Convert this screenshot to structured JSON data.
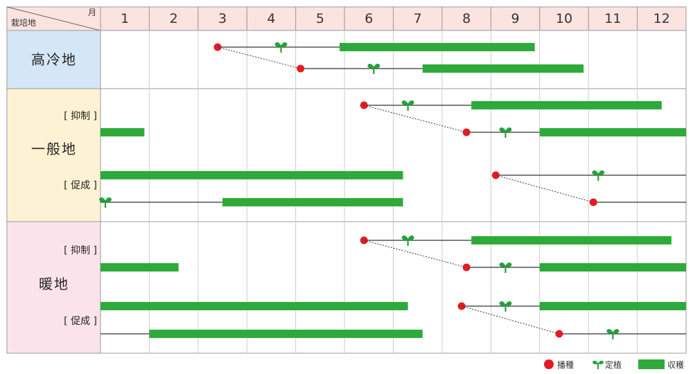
{
  "colors": {
    "sow": "#e31b23",
    "plant": "#22a33a",
    "harvest": "#2eaa3a",
    "header_bg": "#fbe3df",
    "highland_bg": "#d5e6f6",
    "general_bg": "#fdf2d3",
    "warm_bg": "#fbe3ec"
  },
  "header": {
    "corner_left": "栽培地",
    "corner_right": "月"
  },
  "chart_data": {
    "type": "gantt",
    "months": [
      "1",
      "2",
      "3",
      "4",
      "5",
      "6",
      "7",
      "8",
      "9",
      "10",
      "11",
      "12"
    ],
    "regions": [
      {
        "label": "高冷地",
        "subgroups": []
      },
      {
        "label": "一般地",
        "subgroups": [
          "[ 抑制 ]",
          "[ 促成 ]"
        ]
      },
      {
        "label": "暖地",
        "subgroups": [
          "[ 抑制 ]",
          "[ 促成 ]"
        ]
      }
    ],
    "rows": [
      {
        "region": 0,
        "sow": 3.4,
        "plant": 4.7,
        "harvest": [
          [
            5.9,
            9.9
          ]
        ],
        "line": [
          3.4,
          5.9
        ]
      },
      {
        "region": 0,
        "sow": 5.1,
        "plant": 6.6,
        "harvest": [
          [
            7.6,
            10.9
          ]
        ],
        "line": [
          5.1,
          7.6
        ],
        "dotted_from_sow": 3.4
      },
      {
        "region": 1,
        "sow": 6.4,
        "plant": 7.3,
        "harvest": [
          [
            8.6,
            12.5
          ]
        ],
        "line": [
          6.4,
          8.6
        ]
      },
      {
        "region": 1,
        "sow": 8.5,
        "plant": 9.3,
        "harvest": [
          [
            1.0,
            1.9
          ],
          [
            10.0,
            13.0
          ]
        ],
        "line": [
          8.5,
          10.0
        ],
        "dotted_from_sow": 6.4
      },
      {
        "region": 1,
        "sow": 9.1,
        "plant": 11.2,
        "harvest": [
          [
            1.0,
            7.2
          ]
        ],
        "line": [
          9.1,
          13.0
        ]
      },
      {
        "region": 1,
        "sow": 11.1,
        "plant": 1.1,
        "harvest": [
          [
            3.5,
            7.2
          ]
        ],
        "line": [
          1.0,
          3.5
        ],
        "line2": [
          11.1,
          13.0
        ],
        "dotted_from_sow": 9.1
      },
      {
        "region": 2,
        "sow": 6.4,
        "plant": 7.3,
        "harvest": [
          [
            8.6,
            12.7
          ]
        ],
        "line": [
          6.4,
          8.6
        ]
      },
      {
        "region": 2,
        "sow": 8.5,
        "plant": 9.3,
        "harvest": [
          [
            1.0,
            2.6
          ],
          [
            10.0,
            13.0
          ]
        ],
        "line": [
          8.5,
          10.0
        ],
        "dotted_from_sow": 6.4
      },
      {
        "region": 2,
        "sow": 8.4,
        "plant": 9.3,
        "harvest": [
          [
            1.0,
            7.3
          ],
          [
            10.0,
            13.0
          ]
        ],
        "line": [
          8.4,
          10.0
        ]
      },
      {
        "region": 2,
        "sow": 10.4,
        "plant": 11.5,
        "harvest": [
          [
            2.0,
            7.6
          ]
        ],
        "line": [
          1.0,
          2.0
        ],
        "line2": [
          10.4,
          13.0
        ],
        "dotted_from_sow": 8.4
      }
    ]
  },
  "legend": {
    "sow": "播種",
    "plant": "定植",
    "harvest": "収穫"
  }
}
